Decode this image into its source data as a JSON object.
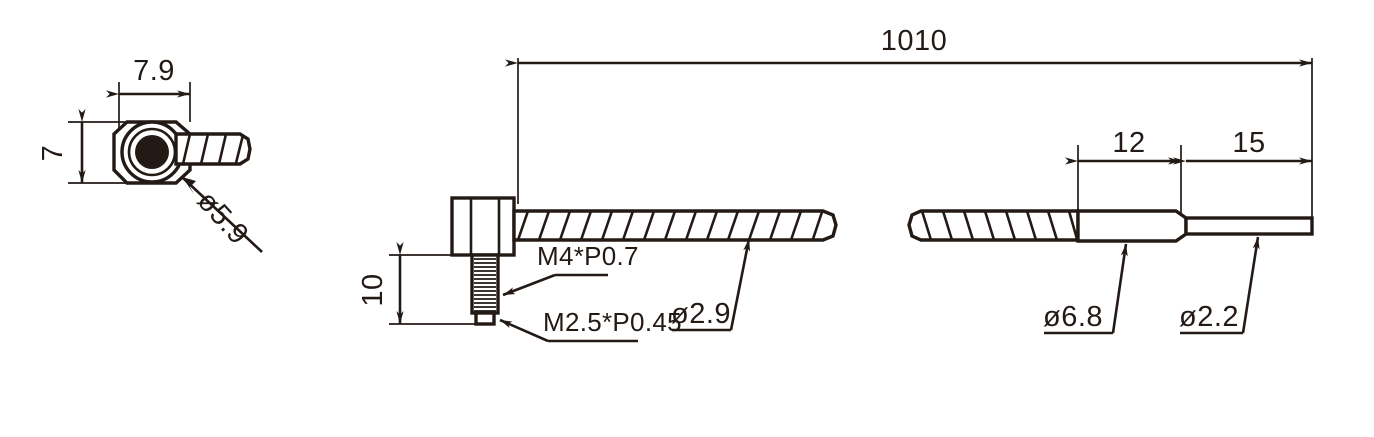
{
  "drawing": {
    "type": "engineering-technical-drawing",
    "subject": "threaded-flexible-shaft-assembly",
    "background_color": "#ffffff",
    "line_color": "#231a16",
    "views": [
      {
        "id": "detail-head-view",
        "name": "head-detail-view",
        "position": "left"
      },
      {
        "id": "assembly-view",
        "name": "main-assembly-view",
        "position": "center"
      },
      {
        "id": "tip-view",
        "name": "tip-detail-view",
        "position": "right"
      }
    ],
    "dimensions": {
      "head_width": "7.9",
      "head_height": "7",
      "head_bore_diameter": "ø5.9",
      "overall_length": "1010",
      "stud_length": "10",
      "stud_thread": "M4*P0.7",
      "tip_thread": "M2.5*P0.45",
      "shaft_diameter": "ø2.9",
      "ferrule_length": "12",
      "rod_length": "15",
      "ferrule_diameter": "ø6.8",
      "rod_diameter": "ø2.2"
    }
  }
}
